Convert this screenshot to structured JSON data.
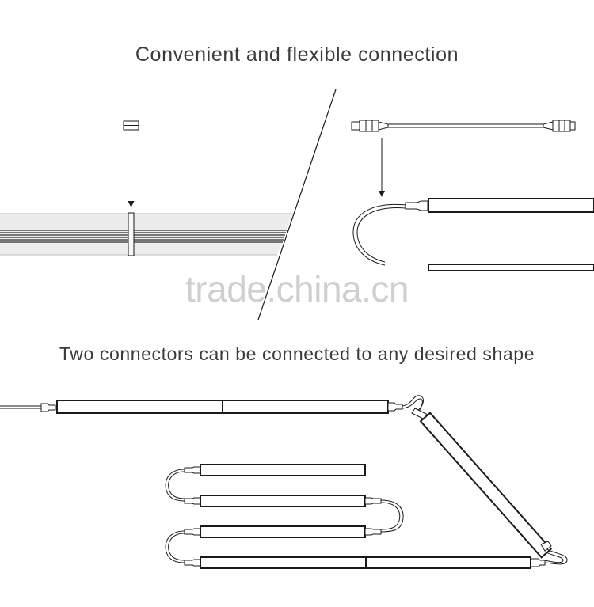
{
  "captions": {
    "top": "Convenient and flexible connection",
    "bottom": "Two connectors can be connected to any desired shape"
  },
  "watermark": "trade.china.cn",
  "colors": {
    "ink": "#1a1a1a",
    "text": "#3a3a3a",
    "tube_fill": "#ececec",
    "tube_stripe": "#2e2e2e",
    "watermark": "#cfcfcf"
  },
  "icons": [
    "straight-connector-icon",
    "connector-cable-icon",
    "down-arrow-icon",
    "led-tube-bar-icon",
    "flexible-cable-icon"
  ]
}
